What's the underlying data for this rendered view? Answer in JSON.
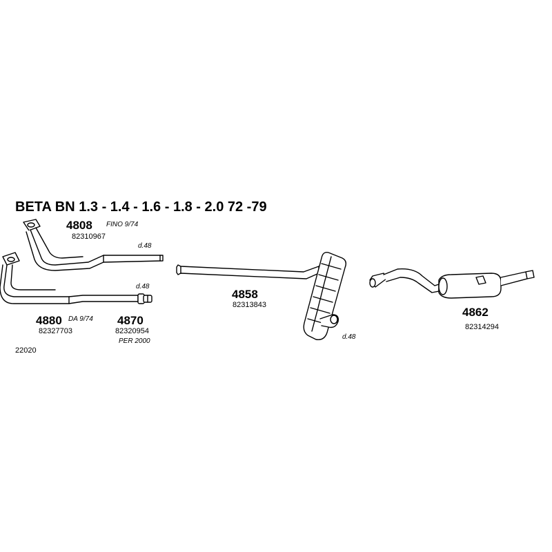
{
  "title": "BETA BN 1.3 - 1.4 - 1.6 - 1.8 - 2.0  72 -79",
  "catalog_ref": "22020",
  "parts": {
    "p4808": {
      "code": "4808",
      "number": "82310967",
      "note": "FINO 9/74",
      "diameter": "d.48",
      "icon": "front-downpipe-upper"
    },
    "p4880": {
      "code": "4880",
      "number": "82327703",
      "note": "DA 9/74",
      "icon": "front-downpipe-lower"
    },
    "p4870": {
      "code": "4870",
      "number": "82320954",
      "note": "PER  2000",
      "diameter": "d.48",
      "icon": "connector-pipe"
    },
    "p4858": {
      "code": "4858",
      "number": "82313843",
      "diameter": "d.48",
      "icon": "center-silencer"
    },
    "p4862": {
      "code": "4862",
      "number": "82314294",
      "icon": "rear-silencer"
    }
  }
}
